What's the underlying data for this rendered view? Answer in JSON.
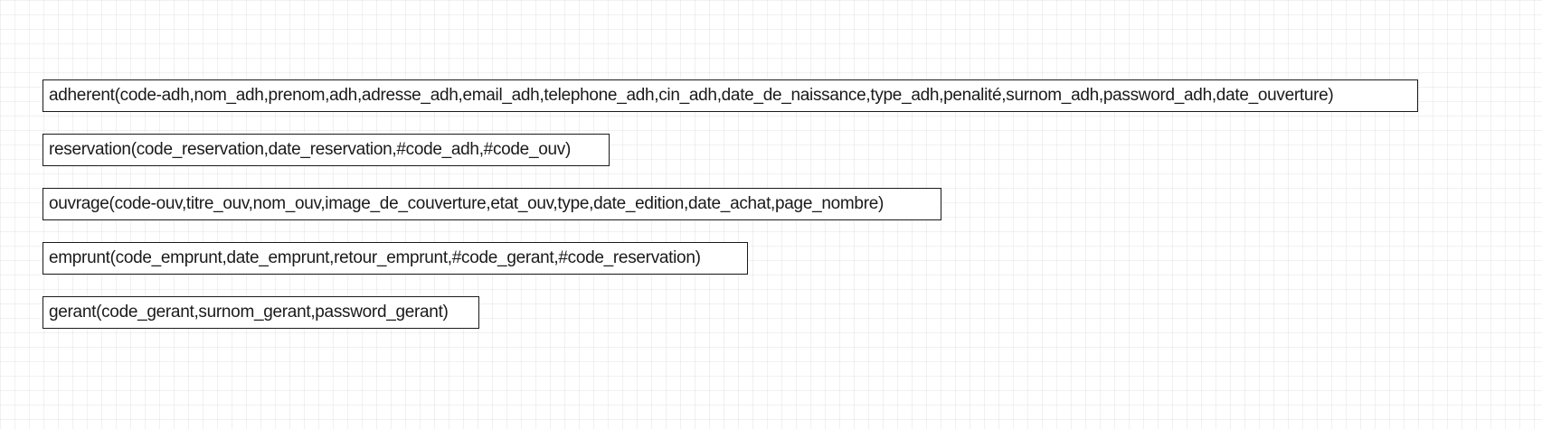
{
  "diagram": {
    "relations": [
      {
        "text": "adherent(code-adh,nom_adh,prenom,adh,adresse_adh,email_adh,telephone_adh,cin_adh,date_de_naissance,type_adh,penalité,surnom_adh,password_adh,date_ouverture)"
      },
      {
        "text": "reservation(code_reservation,date_reservation,#code_adh,#code_ouv)"
      },
      {
        "text": "ouvrage(code-ouv,titre_ouv,nom_ouv,image_de_couverture,etat_ouv,type,date_edition,date_achat,page_nombre)"
      },
      {
        "text": "emprunt(code_emprunt,date_emprunt,retour_emprunt,#code_gerant,#code_reservation)"
      },
      {
        "text": "gerant(code_gerant,surnom_gerant,password_gerant)"
      }
    ]
  }
}
